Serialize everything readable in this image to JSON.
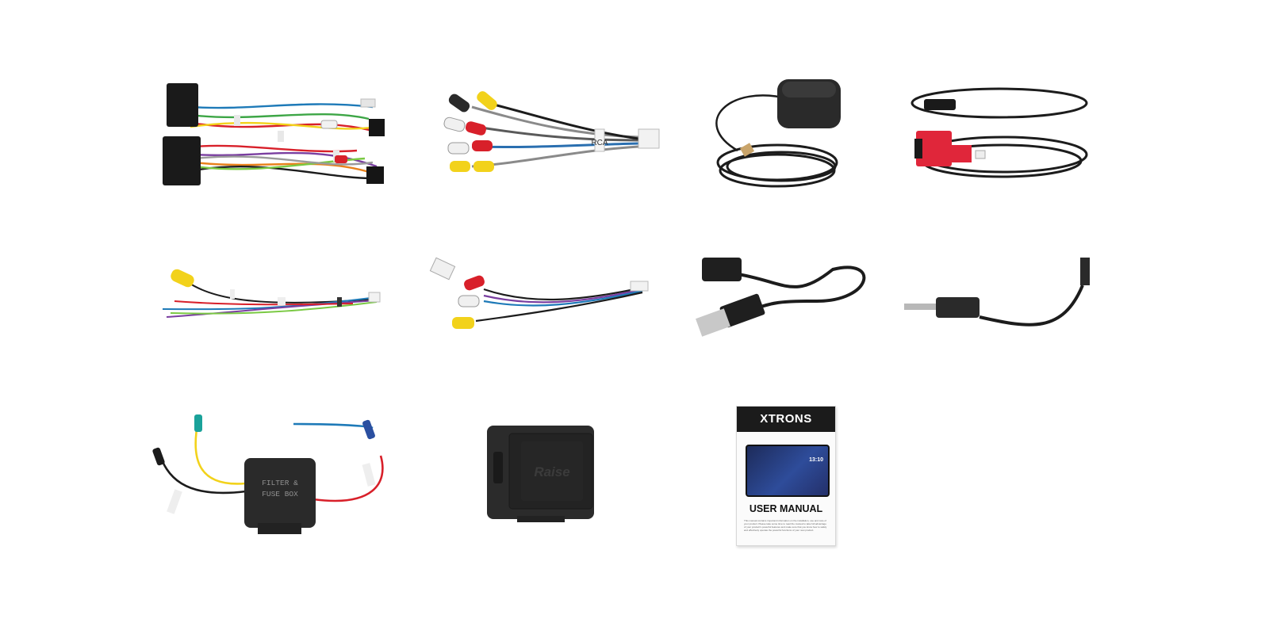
{
  "items": {
    "filter_box": {
      "line1": "FILTER &",
      "line2": "FUSE BOX"
    },
    "decoder_box": {
      "brand": "Raise"
    },
    "manual": {
      "brand": "XTRONS",
      "title": "USER MANUAL",
      "clock": "13:10",
      "description": "This manual contains important information on the installation, use and care of your product. Please take some time to read the manual to take full advantage of your product's powerful features and make sure that you know how to safely and effectively operate the powerful functions of your new product."
    },
    "rca_harness": {
      "tag": "RCA"
    }
  },
  "colors": {
    "background": "#ffffff",
    "cable_black": "#1c1c1c",
    "rca_yellow": "#f2d21b",
    "rca_red": "#d8202a",
    "rca_white": "#f0f0f0",
    "red_sleeve": "#e0263a"
  }
}
